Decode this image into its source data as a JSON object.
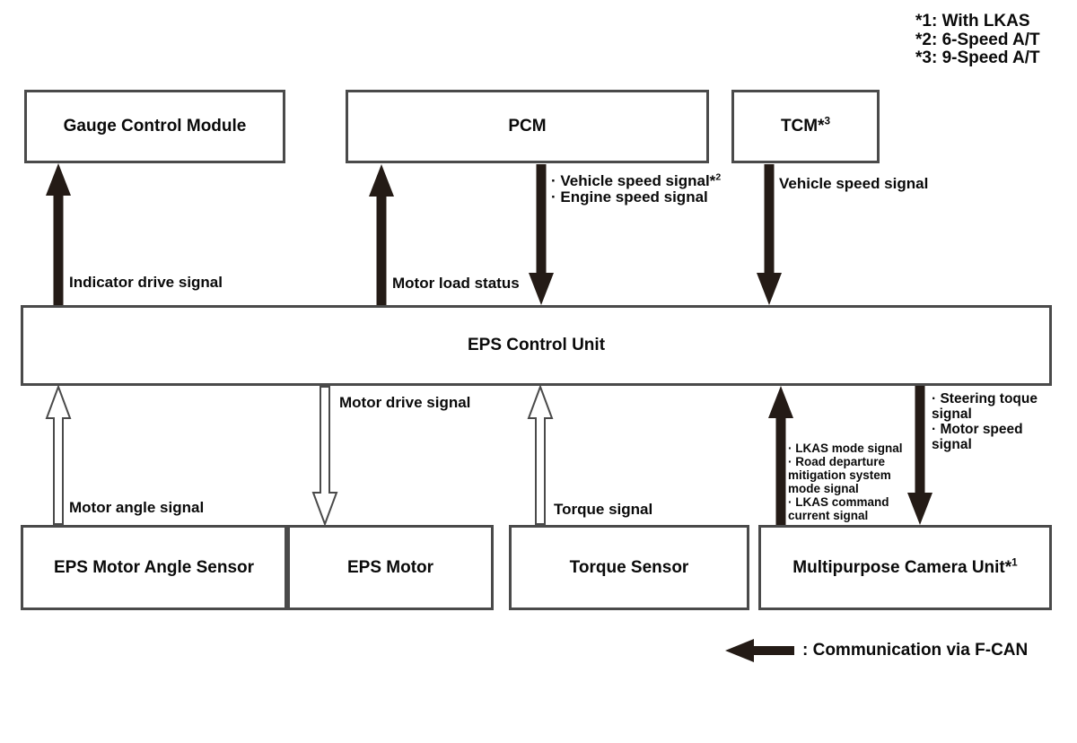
{
  "footnotes": [
    "*1: With LKAS",
    "*2: 6-Speed A/T",
    "*3: 9-Speed A/T"
  ],
  "boxes": {
    "gauge": {
      "label": "Gauge Control Module"
    },
    "pcm": {
      "label": "PCM"
    },
    "tcm": {
      "text": "TCM*",
      "sup": "3"
    },
    "eps": {
      "label": "EPS Control Unit"
    },
    "motor_angle_sensor": {
      "label": "EPS Motor Angle Sensor"
    },
    "eps_motor": {
      "label": "EPS Motor"
    },
    "torque_sensor": {
      "label": "Torque Sensor"
    },
    "camera": {
      "text": "Multipurpose Camera Unit*",
      "sup": "1"
    }
  },
  "labels": {
    "indicator_drive": "Indicator drive signal",
    "motor_load": "Motor load status",
    "pcm_down_1_text": "· Vehicle speed signal*",
    "pcm_down_1_sup": "2",
    "pcm_down_2": "· Engine speed signal",
    "tcm_down": "Vehicle speed signal",
    "motor_angle": "Motor angle signal",
    "motor_drive": "Motor drive signal",
    "torque": "Torque signal",
    "camera_up_lines": [
      "· LKAS mode signal",
      "· Road departure",
      "mitigation system",
      "mode signal",
      "· LKAS command",
      "current signal"
    ],
    "steering_lines": [
      "· Steering toque",
      "signal",
      "· Motor speed",
      "signal"
    ]
  },
  "fcan_legend": {
    "text": ": Communication via F-CAN"
  },
  "colors": {
    "box_border": "#4a4a4a",
    "solid_arrow": "#241b16",
    "hollow_arrow_outline": "#4a4a4a",
    "text": "#0a0a0a",
    "background": "#ffffff"
  },
  "connections": [
    {
      "from": "EPS Control Unit",
      "to": "Gauge Control Module",
      "signals": [
        "Indicator drive signal"
      ],
      "arrow": "solid-black"
    },
    {
      "from": "EPS Control Unit",
      "to": "PCM",
      "signals": [
        "Motor load status"
      ],
      "arrow": "solid-black"
    },
    {
      "from": "PCM",
      "to": "EPS Control Unit",
      "signals": [
        "Vehicle speed signal*2",
        "Engine speed signal"
      ],
      "arrow": "solid-black"
    },
    {
      "from": "TCM*3",
      "to": "EPS Control Unit",
      "signals": [
        "Vehicle speed signal"
      ],
      "arrow": "solid-black"
    },
    {
      "from": "EPS Motor Angle Sensor",
      "to": "EPS Control Unit",
      "signals": [
        "Motor angle signal"
      ],
      "arrow": "hollow-white"
    },
    {
      "from": "EPS Control Unit",
      "to": "EPS Motor",
      "signals": [
        "Motor drive signal"
      ],
      "arrow": "hollow-white"
    },
    {
      "from": "Torque Sensor",
      "to": "EPS Control Unit",
      "signals": [
        "Torque signal"
      ],
      "arrow": "hollow-white"
    },
    {
      "from": "Multipurpose Camera Unit*1",
      "to": "EPS Control Unit",
      "signals": [
        "LKAS mode signal",
        "Road departure mitigation system mode signal",
        "LKAS command current signal"
      ],
      "arrow": "solid-black"
    },
    {
      "from": "EPS Control Unit",
      "to": "Multipurpose Camera Unit*1",
      "signals": [
        "Steering toque signal",
        "Motor speed signal"
      ],
      "arrow": "solid-black"
    }
  ]
}
